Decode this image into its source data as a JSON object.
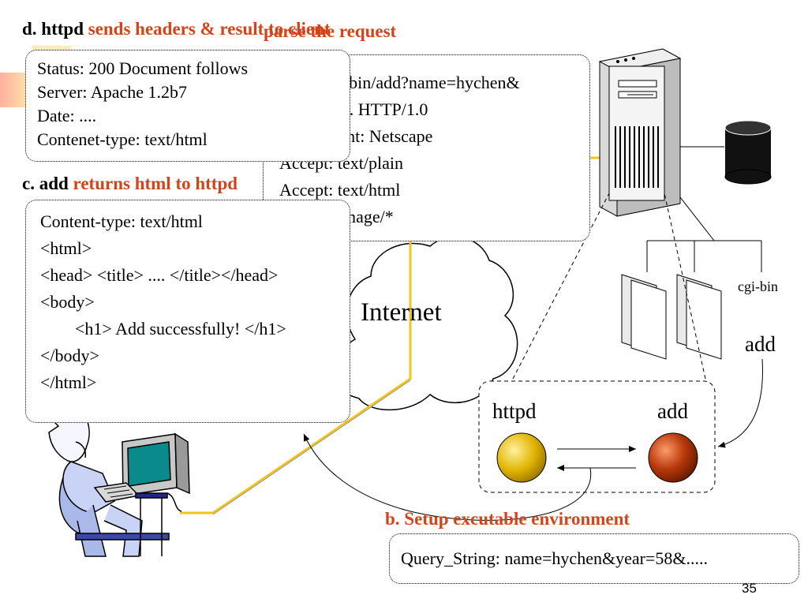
{
  "slide_number": "35",
  "headings": {
    "step_a": "parse the request",
    "step_b": "b. Setup excutable environment",
    "step_c_prefix": "c. add",
    "step_c_rest": "returns html to httpd",
    "step_d_prefix": "d. httpd",
    "step_d_rest": "sends headers & result to client"
  },
  "request_box": {
    "lines": [
      "GET /cgi-bin/add?name=hychen&",
      "year=58.... HTTP/1.0",
      "User-Agent: Netscape",
      "Accept: text/plain",
      "Accept: text/html",
      "Accept: image/*"
    ]
  },
  "status_box": {
    "lines": [
      "Status: 200 Document follows",
      "Server: Apache 1.2b7",
      "Date: ....",
      "Contenet-type: text/html"
    ]
  },
  "html_box": {
    "lines": [
      "Content-type: text/html",
      "",
      "<html>",
      "<head> <title> .... </title></head>",
      "<body>",
      "        <h1> Add successfully! </h1>",
      "</body>",
      "</html>"
    ]
  },
  "query_box": {
    "text": "Query_String: name=hychen&year=58&....."
  },
  "labels": {
    "internet": "Internet",
    "cgi_bin": "cgi-bin",
    "add_file": "add",
    "httpd": "httpd",
    "add_process": "add"
  },
  "colors": {
    "accent_red": "#d2441a",
    "wire_yellow": "#f0c419",
    "httpd_circle": "#e1b400",
    "add_circle": "#b83a0c"
  }
}
